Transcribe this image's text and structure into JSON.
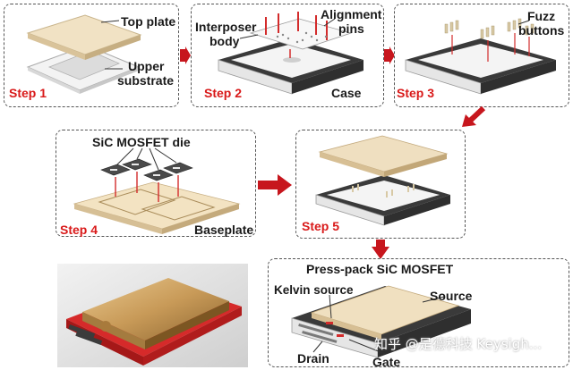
{
  "colors": {
    "step": "#d91a1a",
    "arrow": "#c7161d",
    "panel_border": "#555555",
    "label": "#1a1a1a"
  },
  "step1": {
    "step": "Step 1",
    "top_plate": "Top plate",
    "upper": "Upper",
    "substrate": "substrate"
  },
  "step2": {
    "step": "Step 2",
    "interposer": "Interposer",
    "body": "body",
    "alignment": "Alignment",
    "pins": "pins",
    "case": "Case"
  },
  "step3": {
    "step": "Step 3",
    "fuzz": "Fuzz",
    "buttons": "buttons"
  },
  "step4": {
    "step": "Step 4",
    "die": "SiC MOSFET die",
    "baseplate": "Baseplate"
  },
  "step5": {
    "step": "Step 5"
  },
  "final": {
    "title": "Press-pack SiC MOSFET",
    "kelvin": "Kelvin source",
    "source": "Source",
    "drain": "Drain",
    "gate": "Gate"
  },
  "watermark": "知乎 @是德科技 Keysigh..."
}
